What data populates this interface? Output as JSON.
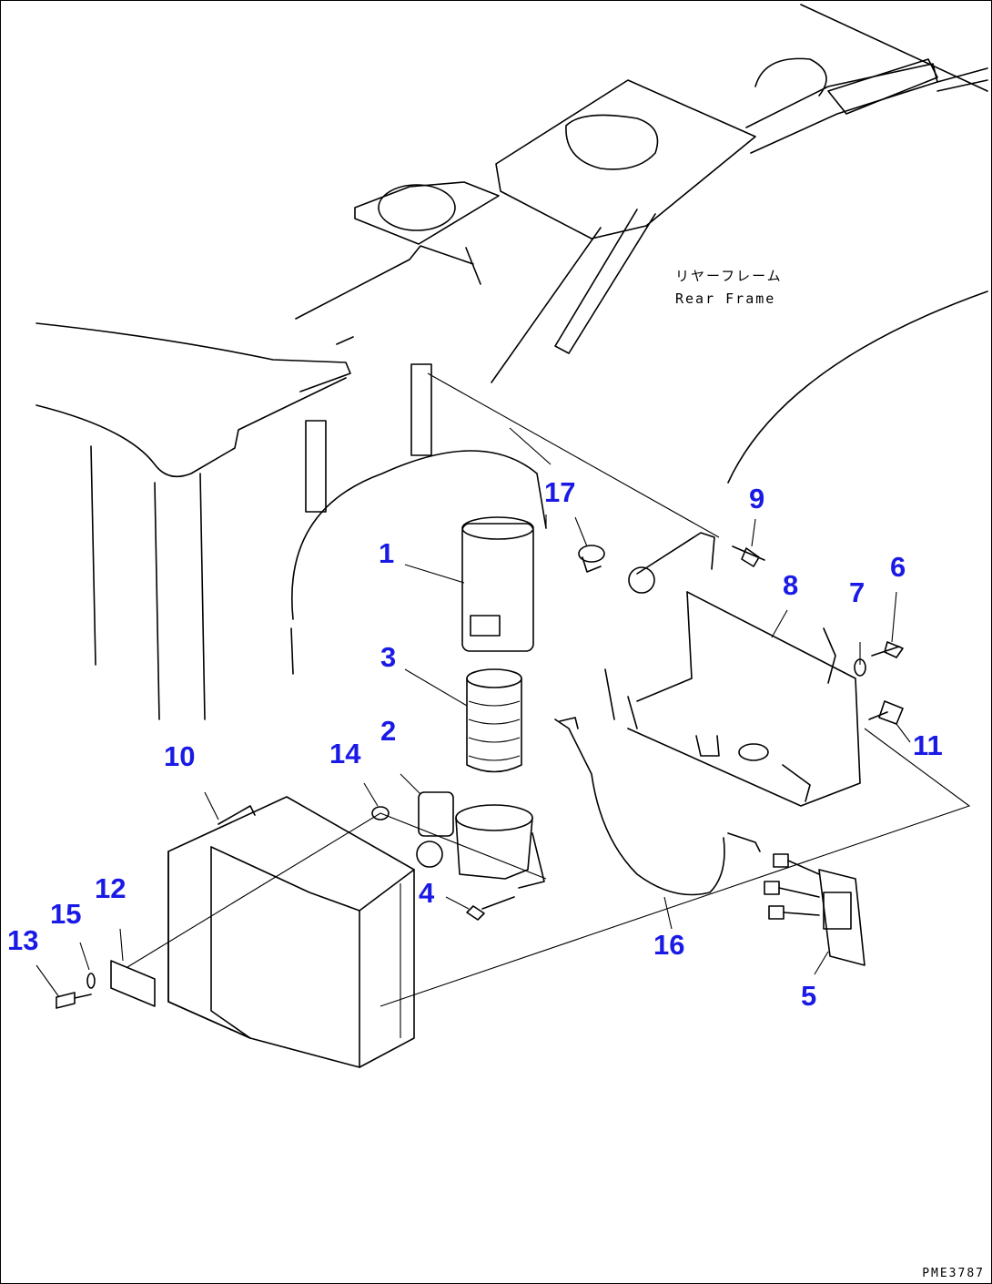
{
  "frame_label": {
    "japanese": "リヤーフレーム",
    "english": "Rear Frame"
  },
  "callouts": [
    {
      "id": "1",
      "text": "1"
    },
    {
      "id": "2",
      "text": "2"
    },
    {
      "id": "3",
      "text": "3"
    },
    {
      "id": "4",
      "text": "4"
    },
    {
      "id": "5",
      "text": "5"
    },
    {
      "id": "6",
      "text": "6"
    },
    {
      "id": "7",
      "text": "7"
    },
    {
      "id": "8",
      "text": "8"
    },
    {
      "id": "9",
      "text": "9"
    },
    {
      "id": "10",
      "text": "10"
    },
    {
      "id": "11",
      "text": "11"
    },
    {
      "id": "12",
      "text": "12"
    },
    {
      "id": "13",
      "text": "13"
    },
    {
      "id": "14",
      "text": "14"
    },
    {
      "id": "15",
      "text": "15"
    },
    {
      "id": "16",
      "text": "16"
    },
    {
      "id": "17",
      "text": "17"
    }
  ],
  "drawing_code": "PME3787",
  "colors": {
    "callout": "#1a1ae6",
    "line": "#000000",
    "background": "#ffffff"
  }
}
